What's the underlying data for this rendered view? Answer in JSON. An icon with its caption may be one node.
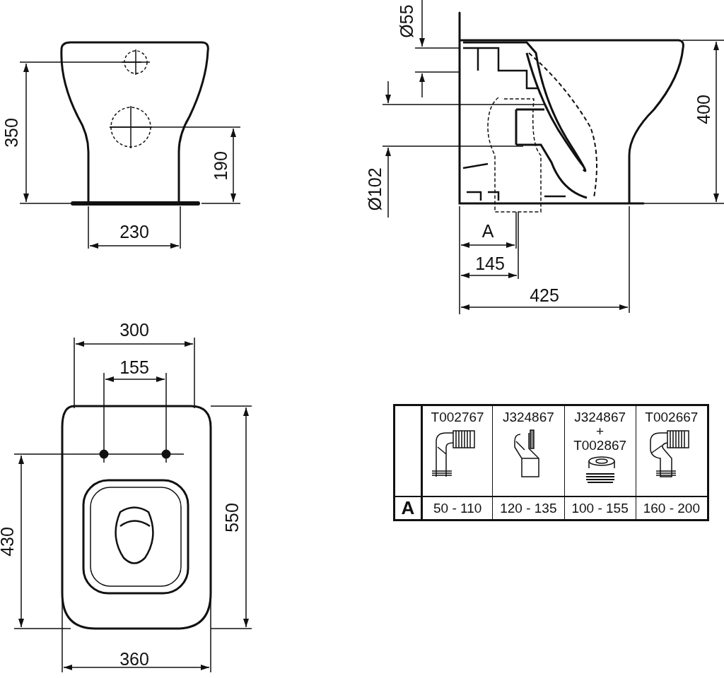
{
  "diagram": {
    "labels": [
      "350",
      "190",
      "230",
      "Ø55",
      "400",
      "Ø102",
      "A",
      "145",
      "425",
      "300",
      "155",
      "550",
      "430",
      "360",
      "T002767",
      "J324867",
      "J324867 + T002867",
      "T002667",
      "A",
      "50 - 110",
      "120 - 135",
      "100 - 155",
      "160 - 200"
    ]
  }
}
